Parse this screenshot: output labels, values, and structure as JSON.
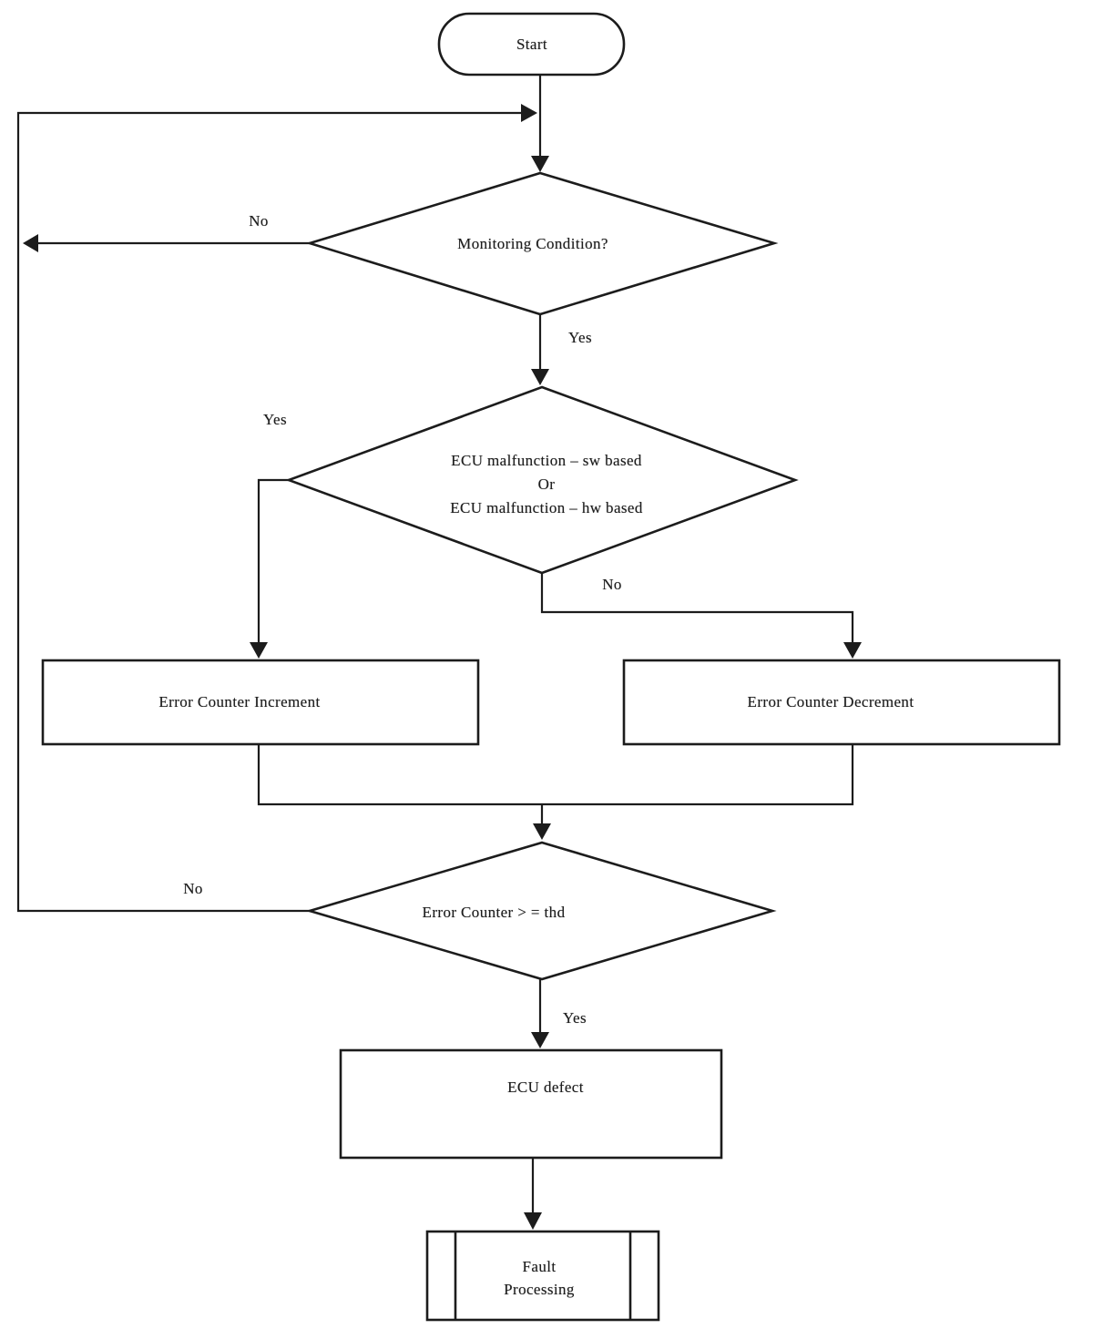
{
  "diagram_type": "flowchart",
  "colors": {
    "background": "#ffffff",
    "ink": "#1c1c1c"
  },
  "nodes": {
    "start": {
      "shape": "terminator",
      "label": "Start"
    },
    "monitoring_condition": {
      "shape": "decision",
      "label": "Monitoring Condition?"
    },
    "ecu_malfunction": {
      "shape": "decision",
      "lines": [
        "ECU malfunction – sw based",
        "Or",
        "ECU malfunction – hw based"
      ]
    },
    "error_counter_increment": {
      "shape": "process",
      "label": "Error Counter Increment"
    },
    "error_counter_decrement": {
      "shape": "process",
      "label": "Error Counter Decrement"
    },
    "error_counter_threshold": {
      "shape": "decision",
      "label": "Error Counter > = thd"
    },
    "ecu_defect": {
      "shape": "process",
      "label": "ECU defect"
    },
    "fault_processing": {
      "shape": "predefined_process",
      "lines": [
        "Fault",
        "Processing"
      ]
    }
  },
  "edge_labels": {
    "monitoring_no": "No",
    "monitoring_yes": "Yes",
    "malfunction_yes": "Yes",
    "malfunction_no": "No",
    "threshold_no": "No",
    "threshold_yes": "Yes"
  }
}
